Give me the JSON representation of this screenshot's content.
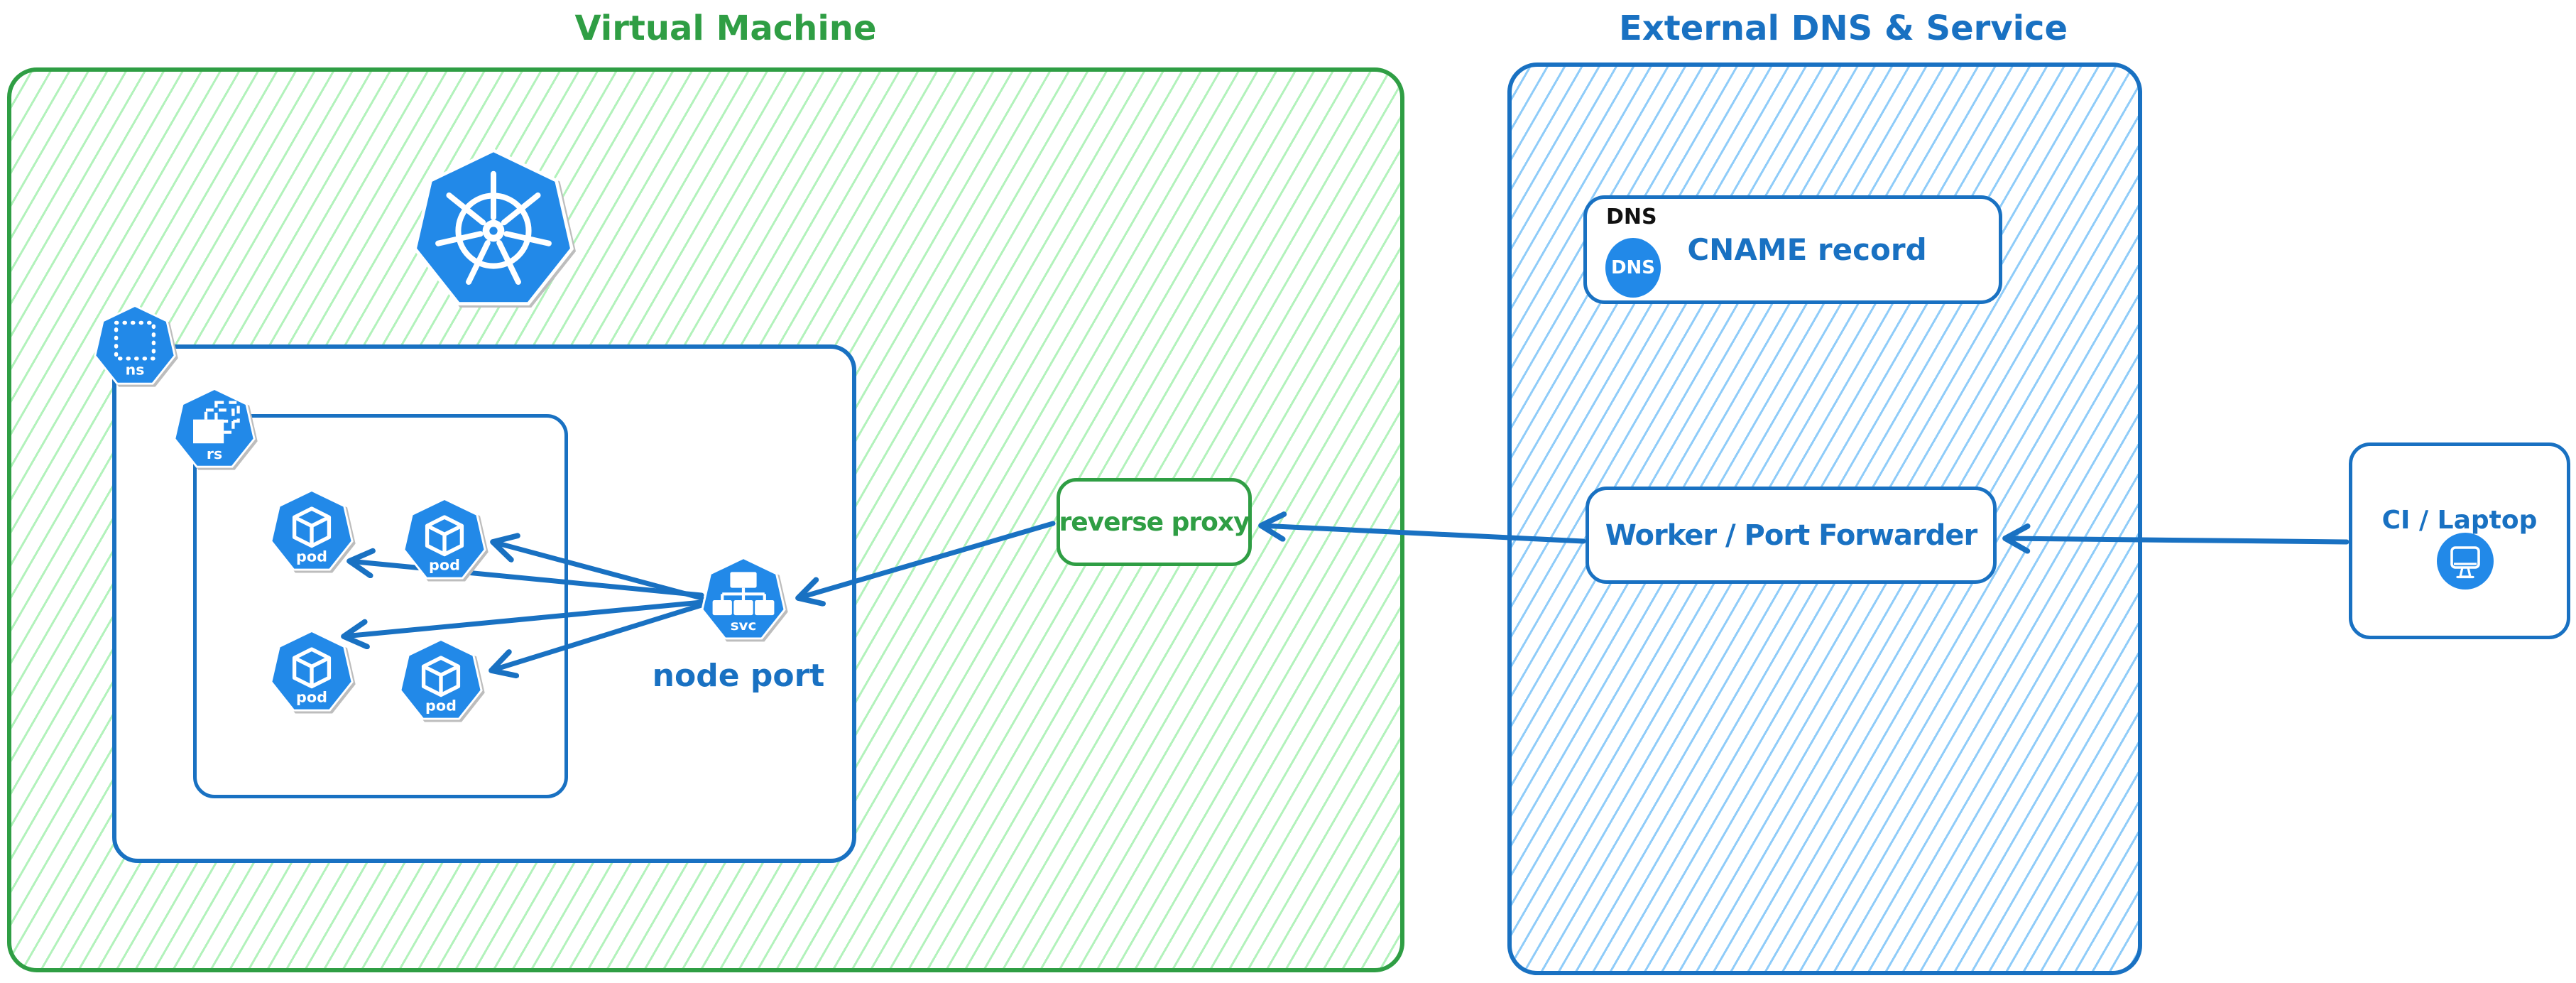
{
  "diagram": {
    "vm": {
      "title": "Virtual Machine"
    },
    "external": {
      "title": "External DNS & Service"
    },
    "labels": {
      "node_port": "node port",
      "reverse_proxy": "reverse proxy",
      "dns_heading": "DNS",
      "dns_badge": "DNS",
      "cname_record": "CNAME record",
      "worker": "Worker / Port Forwarder",
      "ci_laptop": "CI / Laptop"
    },
    "icon_labels": {
      "namespace": "ns",
      "replicaset": "rs",
      "pod": "pod",
      "service": "svc"
    },
    "edges": [
      {
        "from": "ci-laptop",
        "to": "worker-port-forwarder"
      },
      {
        "from": "worker-port-forwarder",
        "to": "reverse-proxy"
      },
      {
        "from": "reverse-proxy",
        "to": "node-port-service"
      },
      {
        "from": "node-port-service",
        "to": "pod-1"
      },
      {
        "from": "node-port-service",
        "to": "pod-2"
      },
      {
        "from": "node-port-service",
        "to": "pod-3"
      },
      {
        "from": "node-port-service",
        "to": "pod-4"
      }
    ],
    "colors": {
      "green": "#2f9e44",
      "green_hatch": "#b2f2bb",
      "blue": "#1971c2",
      "blue_hatch": "#8fccf9",
      "kubernetes_blue": "#2289e8",
      "heading_black": "#111111",
      "shadow_gray": "#bdbdbd"
    }
  }
}
